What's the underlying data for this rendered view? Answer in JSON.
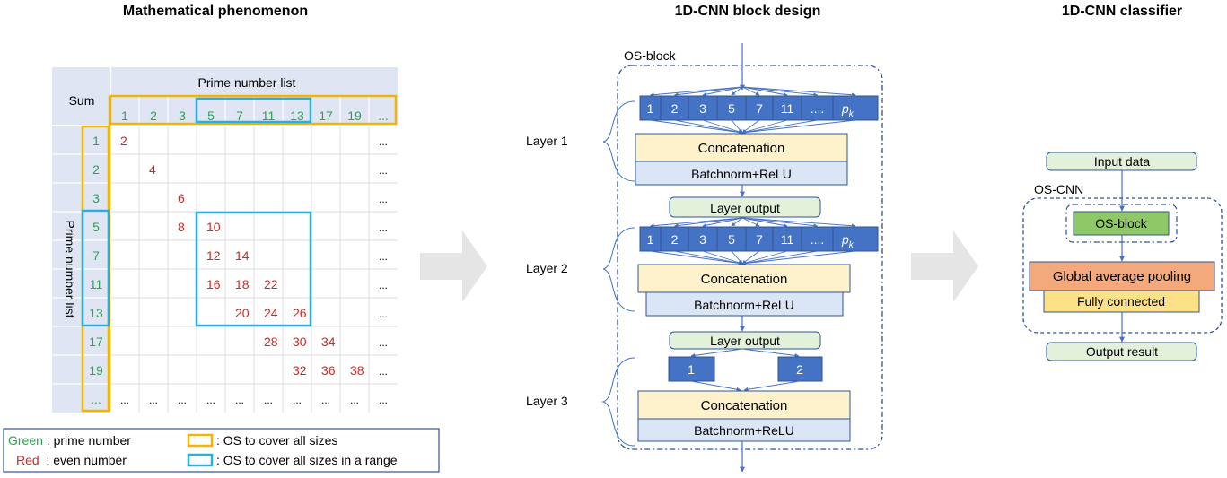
{
  "titles": {
    "left": "Mathematical phenomenon",
    "middle": "1D-CNN block design",
    "right": "1D-CNN classifier"
  },
  "table": {
    "corner": "Sum",
    "col_header": "Prime number list",
    "row_header": "Prime number list",
    "primes": [
      "1",
      "2",
      "3",
      "5",
      "7",
      "11",
      "13",
      "17",
      "19",
      "..."
    ],
    "cells": [
      [
        "2",
        "",
        "",
        "",
        "",
        "",
        "",
        "",
        "",
        "..."
      ],
      [
        "",
        "4",
        "",
        "",
        "",
        "",
        "",
        "",
        "",
        "..."
      ],
      [
        "",
        "",
        "6",
        "",
        "",
        "",
        "",
        "",
        "",
        "..."
      ],
      [
        "",
        "",
        "8",
        "10",
        "",
        "",
        "",
        "",
        "",
        "..."
      ],
      [
        "",
        "",
        "",
        "12",
        "14",
        "",
        "",
        "",
        "",
        "..."
      ],
      [
        "",
        "",
        "",
        "16",
        "18",
        "22",
        "",
        "",
        "",
        "..."
      ],
      [
        "",
        "",
        "",
        "",
        "20",
        "24",
        "26",
        "",
        "",
        "..."
      ],
      [
        "",
        "",
        "",
        "",
        "",
        "28",
        "30",
        "34",
        "",
        "..."
      ],
      [
        "",
        "",
        "",
        "",
        "",
        "",
        "32",
        "36",
        "38",
        "..."
      ],
      [
        "...",
        "...",
        "...",
        "...",
        "...",
        "...",
        "...",
        "...",
        "...",
        "..."
      ]
    ]
  },
  "legend": {
    "green_word": "Green",
    "green_text": " : prime number",
    "red_word": "Red",
    "red_text": "  : even number",
    "yellow_text": ": OS to cover all sizes",
    "blue_text": ": OS to cover all sizes in a range"
  },
  "block": {
    "os_block": "OS-block",
    "kernels": [
      "1",
      "2",
      "3",
      "5",
      "7",
      "11",
      "....",
      "p"
    ],
    "kernel_subscript": "k",
    "layer3_kernels": [
      "1",
      "2"
    ],
    "layers": [
      "Layer 1",
      "Layer 2",
      "Layer 3"
    ],
    "concat": "Concatenation",
    "bn": "Batchnorm+ReLU",
    "layer_output": "Layer output"
  },
  "classifier": {
    "input": "Input data",
    "os_cnn": "OS-CNN",
    "os_block": "OS-block",
    "gap": "Global average pooling",
    "fc": "Fully connected",
    "output": "Output result"
  },
  "colors": {
    "green": "#2aa54d",
    "red": "#e0201b",
    "yellow": "#f2b600",
    "cyan": "#2aaee0",
    "kernel_blue": "#4472c4",
    "navy": "#2e5496",
    "concat_fill": "#fef2cc",
    "bn_fill": "#dae6f5",
    "output_fill": "#e3f0da",
    "osblock_green": "#8fc866",
    "gap_orange": "#f4a97c",
    "fc_yellow": "#fde187",
    "table_bg": "#dfe5f3",
    "arrow_gray": "#e5e5e5"
  }
}
